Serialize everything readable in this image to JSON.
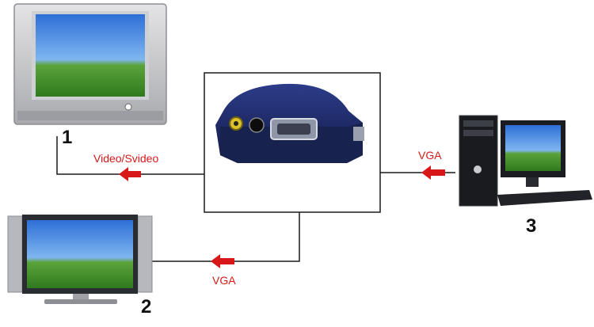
{
  "labels": {
    "tv_number": "1",
    "monitor_number": "2",
    "computer_number": "3",
    "tv_link": "Video/Svideo",
    "monitor_link": "VGA",
    "computer_link": "VGA"
  },
  "colors": {
    "line": "#1a1a1a",
    "arrow": "#d81818",
    "converter_body": "#1e2a66",
    "background": "#ffffff"
  },
  "icons": {
    "tv": "crt-tv-icon",
    "monitor": "lcd-monitor-icon",
    "computer": "desktop-computer-icon",
    "converter": "video-converter-box-icon",
    "arrow": "left-arrow-icon"
  }
}
